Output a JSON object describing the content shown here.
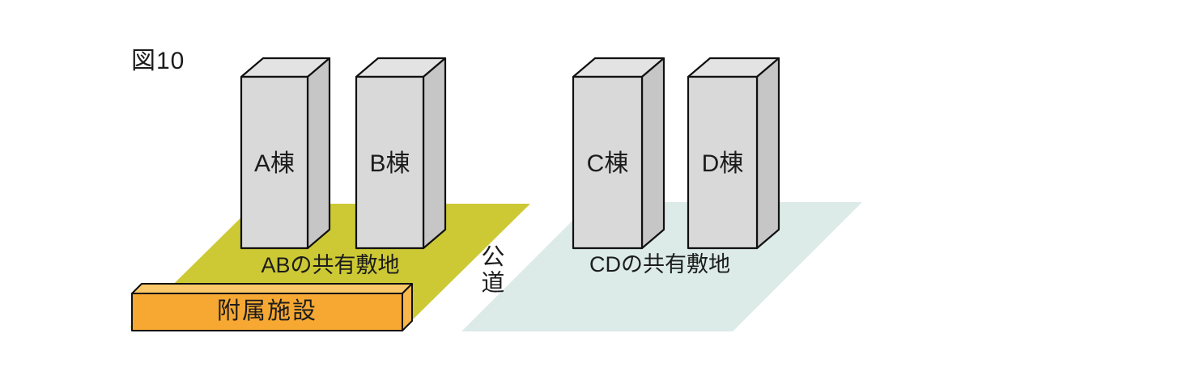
{
  "figure": {
    "title": "図10",
    "road_label": "公道",
    "annex_label": "附属施設",
    "buildings": {
      "a": "A棟",
      "b": "B棟",
      "c": "C棟",
      "d": "D棟"
    },
    "sites": {
      "ab": "ABの共有敷地",
      "cd": "CDの共有敷地"
    },
    "colors": {
      "site_ab": "#cdc935",
      "site_cd": "#dcebe7",
      "building_front": "#d9d9d9",
      "building_side": "#c6c6c6",
      "building_top": "#e3e3e3",
      "annex_front": "#f6a832",
      "annex_side": "#f9b64b",
      "annex_top": "#fbc869",
      "outline": "#111111"
    }
  }
}
